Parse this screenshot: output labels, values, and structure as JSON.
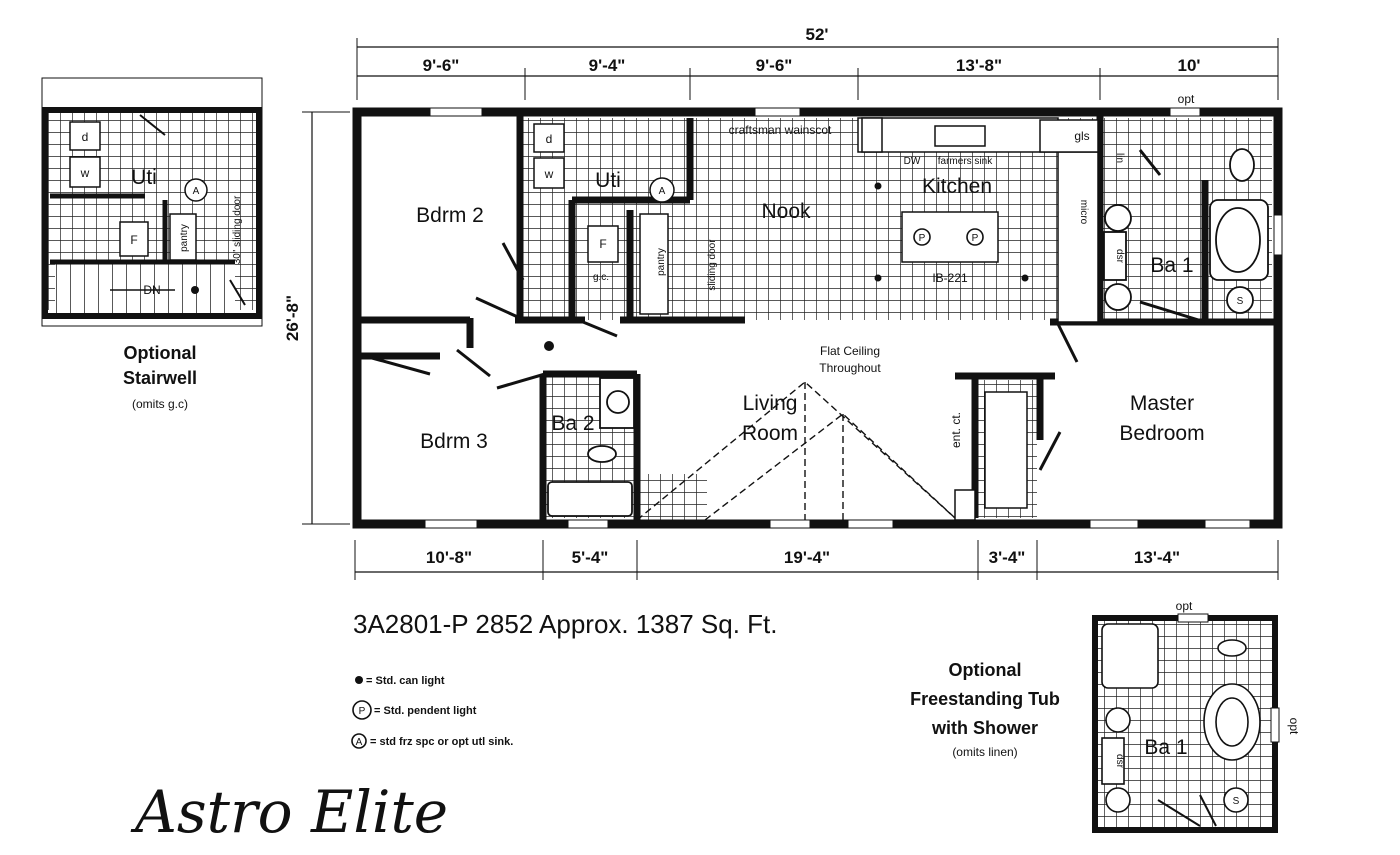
{
  "overall": {
    "width": "52'",
    "depth": "26'-8\""
  },
  "top_dims": [
    "9'-6\"",
    "9'-4\"",
    "9'-6\"",
    "13'-8\"",
    "10'"
  ],
  "bottom_dims": [
    "10'-8\"",
    "5'-4\"",
    "19'-4\"",
    "3'-4\"",
    "13'-4\""
  ],
  "rooms": {
    "bdrm2": "Bdrm 2",
    "bdrm3": "Bdrm 3",
    "util": "Uti",
    "nook": "Nook",
    "kitchen": "Kitchen",
    "ba1": "Ba 1",
    "ba2": "Ba 2",
    "living1": "Living",
    "living2": "Room",
    "master1": "Master",
    "master2": "Bedroom"
  },
  "notes": {
    "wainscot": "craftsman wainscot",
    "farmsink": "farmers sink",
    "dw": "DW",
    "gls": "gls",
    "opt": "opt",
    "island": "IB-221",
    "micro": "micro",
    "pantry": "pantry",
    "sliding": "sliding door",
    "gc": "g.c.",
    "lin": "lin",
    "dsr": "dsr",
    "entct": "ent. ct.",
    "flat1": "Flat Ceiling",
    "flat2": "Throughout",
    "d": "d",
    "w": "w",
    "f": "F",
    "a": "A",
    "p": "P",
    "s": "S",
    "dn": "DN",
    "sliding30": "30\" sliding door"
  },
  "model_line": "3A2801-P 2852  Approx. 1387 Sq. Ft.",
  "legend": [
    "= Std. can light",
    "= Std. pendent light",
    "= std frz spc or opt utl sink."
  ],
  "stairwell": {
    "line1": "Optional",
    "line2": "Stairwell",
    "note": "(omits g.c)"
  },
  "tub_option": {
    "line1": "Optional",
    "line2": "Freestanding Tub",
    "line3": "with Shower",
    "note": "(omits linen)"
  },
  "brand": "Astro Elite"
}
